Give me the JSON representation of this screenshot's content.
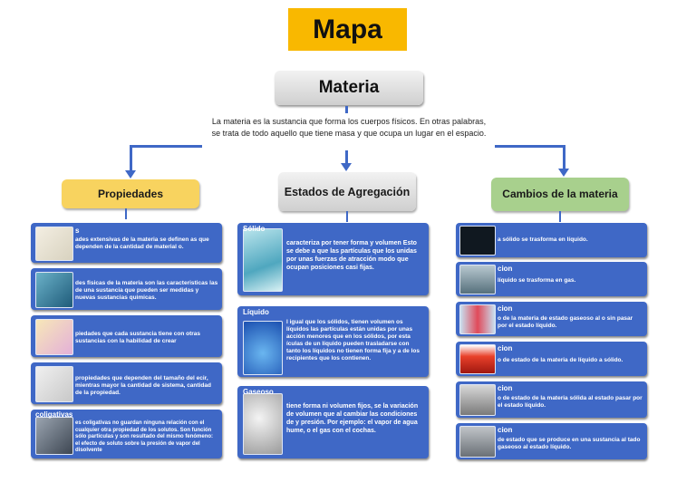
{
  "title": "Mapa",
  "root": {
    "label": "Materia",
    "description": "La materia es la sustancia que forma los cuerpos físicos. En otras palabras, se trata de todo aquello que tiene masa y que ocupa un lugar en el espacio."
  },
  "categories": {
    "propiedades": "Propiedades",
    "estados": "Estados de Agregación",
    "cambios": "Cambios de la materia"
  },
  "propiedades_cards": [
    {
      "title": "s",
      "text": "ades extensivas de la materia se definen as que dependen de la cantidad de material o."
    },
    {
      "title": "",
      "text": "des fisicas de la materia son las caracteristicas las de una sustancia que pueden ser medidas y nuevas sustancias quimicas."
    },
    {
      "title": "",
      "text": "piedades que cada sustancia tiene con otras sustancias con la habilidad de crear"
    },
    {
      "title": "",
      "text": "propiedades que dependen del tamaño del ecir, mientras mayor la cantidad de sistema, cantidad de la propiedad."
    },
    {
      "title": "coligativas",
      "text": "es coligativas no guardan ninguna relación con el cualquier otra propiedad de los solutos. Son función sólo particulas y son resultado del mismo fenómeno: el efecto de soluto sobre la presión de vapor del disolvente"
    }
  ],
  "estados_cards": [
    {
      "title": "Sólido",
      "text": "caracteriza por tener forma y volumen Esto se debe a que las partículas que los unidas por unas fuerzas de atracción modo que ocupan posiciones casi fijas."
    },
    {
      "title": "Líquido",
      "text": "l igual que los sólidos, tienen volumen os líquidos las partículas están unidas por unas acción menores que en los sólidos, por esta ículas de un líquido pueden trasladarse con tanto los líquidos no tienen forma fija y a de los recipientes que los contienen."
    },
    {
      "title": "Gaseoso",
      "text": "tiene forma ni volumen fijos, se la variación de volumen que al cambiar las condiciones de y presión. Por ejemplo: el vapor de agua hume, o el gas con el cochas."
    }
  ],
  "cambios_cards": [
    {
      "title": "",
      "text": "a sólido se trasforma en líquido."
    },
    {
      "title": "cion",
      "text": "líquido se trasforma en gas."
    },
    {
      "title": "cion",
      "text": "o de la materia de estado gaseoso al o sin pasar por el estado líquido."
    },
    {
      "title": "cion",
      "text": "o de estado de la materia de líquido a sólido."
    },
    {
      "title": "cion",
      "text": "o de estado de la materia sólida al estado pasar por el estado líquido."
    },
    {
      "title": "cion",
      "text": "de estado que se produce en una sustancia al tado gaseoso al estado líquido."
    }
  ],
  "colors": {
    "card": "#3f68c6",
    "title_bg": "#f9b800",
    "propiedades_bg": "#f8d35f",
    "cambios_bg": "#a8d08d"
  }
}
